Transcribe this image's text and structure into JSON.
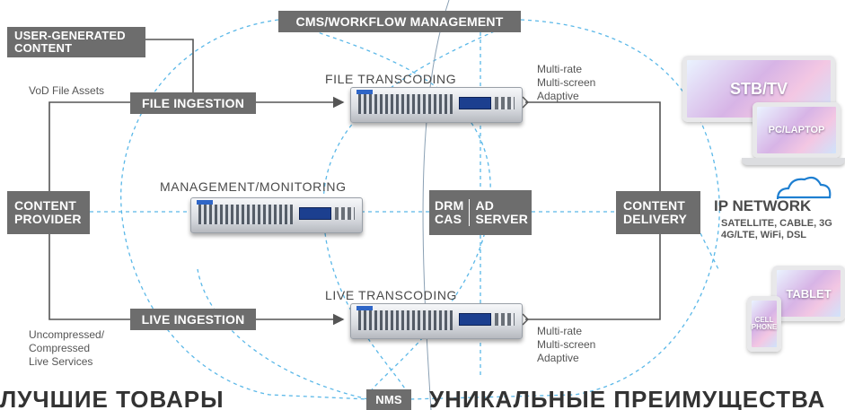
{
  "nodes": {
    "user_generated_content": [
      "USER-GENERATED",
      "CONTENT"
    ],
    "file_ingestion": "FILE INGESTION",
    "live_ingestion": "LIVE INGESTION",
    "content_provider": [
      "CONTENT",
      "PROVIDER"
    ],
    "cms_workflow": "CMS/WORKFLOW MANAGEMENT",
    "drm_cas": [
      "DRM",
      "CAS"
    ],
    "ad_server": [
      "AD",
      "SERVER"
    ],
    "content_delivery": [
      "CONTENT",
      "DELIVERY"
    ],
    "nms": "NMS"
  },
  "titles": {
    "file_transcoding": "FILE TRANSCODING",
    "management_monitoring": "MANAGEMENT/MONITORING",
    "live_transcoding": "LIVE TRANSCODING"
  },
  "annotations": {
    "vod_file_assets": "VoD File Assets",
    "live_services": "Uncompressed/\nCompressed\nLive Services",
    "multirate_top": "Multi-rate\nMulti-screen\nAdaptive",
    "multirate_bottom": "Multi-rate\nMulti-screen\nAdaptive"
  },
  "network": {
    "title": "IP NETWORK",
    "subtitle": "SATELLITE, CABLE, 3G\n4G/LTE, WiFi, DSL"
  },
  "screens": {
    "stb_tv": "STB/TV",
    "pc_laptop": "PC/LAPTOP",
    "tablet": "TABLET",
    "cell_phone": "CELL\nPHONE"
  },
  "footer": {
    "left": "ЛУЧШИЕ ТОВАРЫ",
    "right": "УНИКАЛЬНЫЕ ПРЕИМУЩЕСТВА"
  },
  "colors": {
    "box": "#6d6d6d",
    "dashed": "#5bb8e8",
    "solid": "#555555",
    "cloud": "#1e7fd1"
  }
}
